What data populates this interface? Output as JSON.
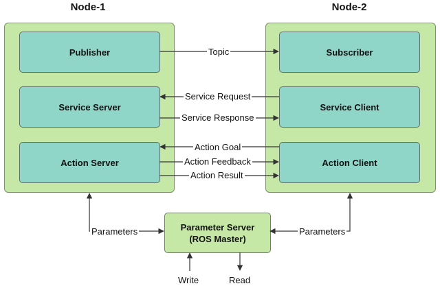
{
  "nodes": {
    "node1": {
      "title": "Node-1",
      "publisher": "Publisher",
      "service_server": "Service Server",
      "action_server": "Action Server"
    },
    "node2": {
      "title": "Node-2",
      "subscriber": "Subscriber",
      "service_client": "Service Client",
      "action_client": "Action Client"
    }
  },
  "links": {
    "topic": "Topic",
    "service_request": "Service Request",
    "service_response": "Service Response",
    "action_goal": "Action Goal",
    "action_feedback": "Action Feedback",
    "action_result": "Action Result",
    "parameters_left": "Parameters",
    "parameters_right": "Parameters",
    "write": "Write",
    "read": "Read"
  },
  "parameter_server": {
    "line1": "Parameter Server",
    "line2": "(ROS Master)"
  },
  "colors": {
    "node_fill": "#c6e8a6",
    "box_fill": "#8fd6c8",
    "line": "#333333"
  }
}
